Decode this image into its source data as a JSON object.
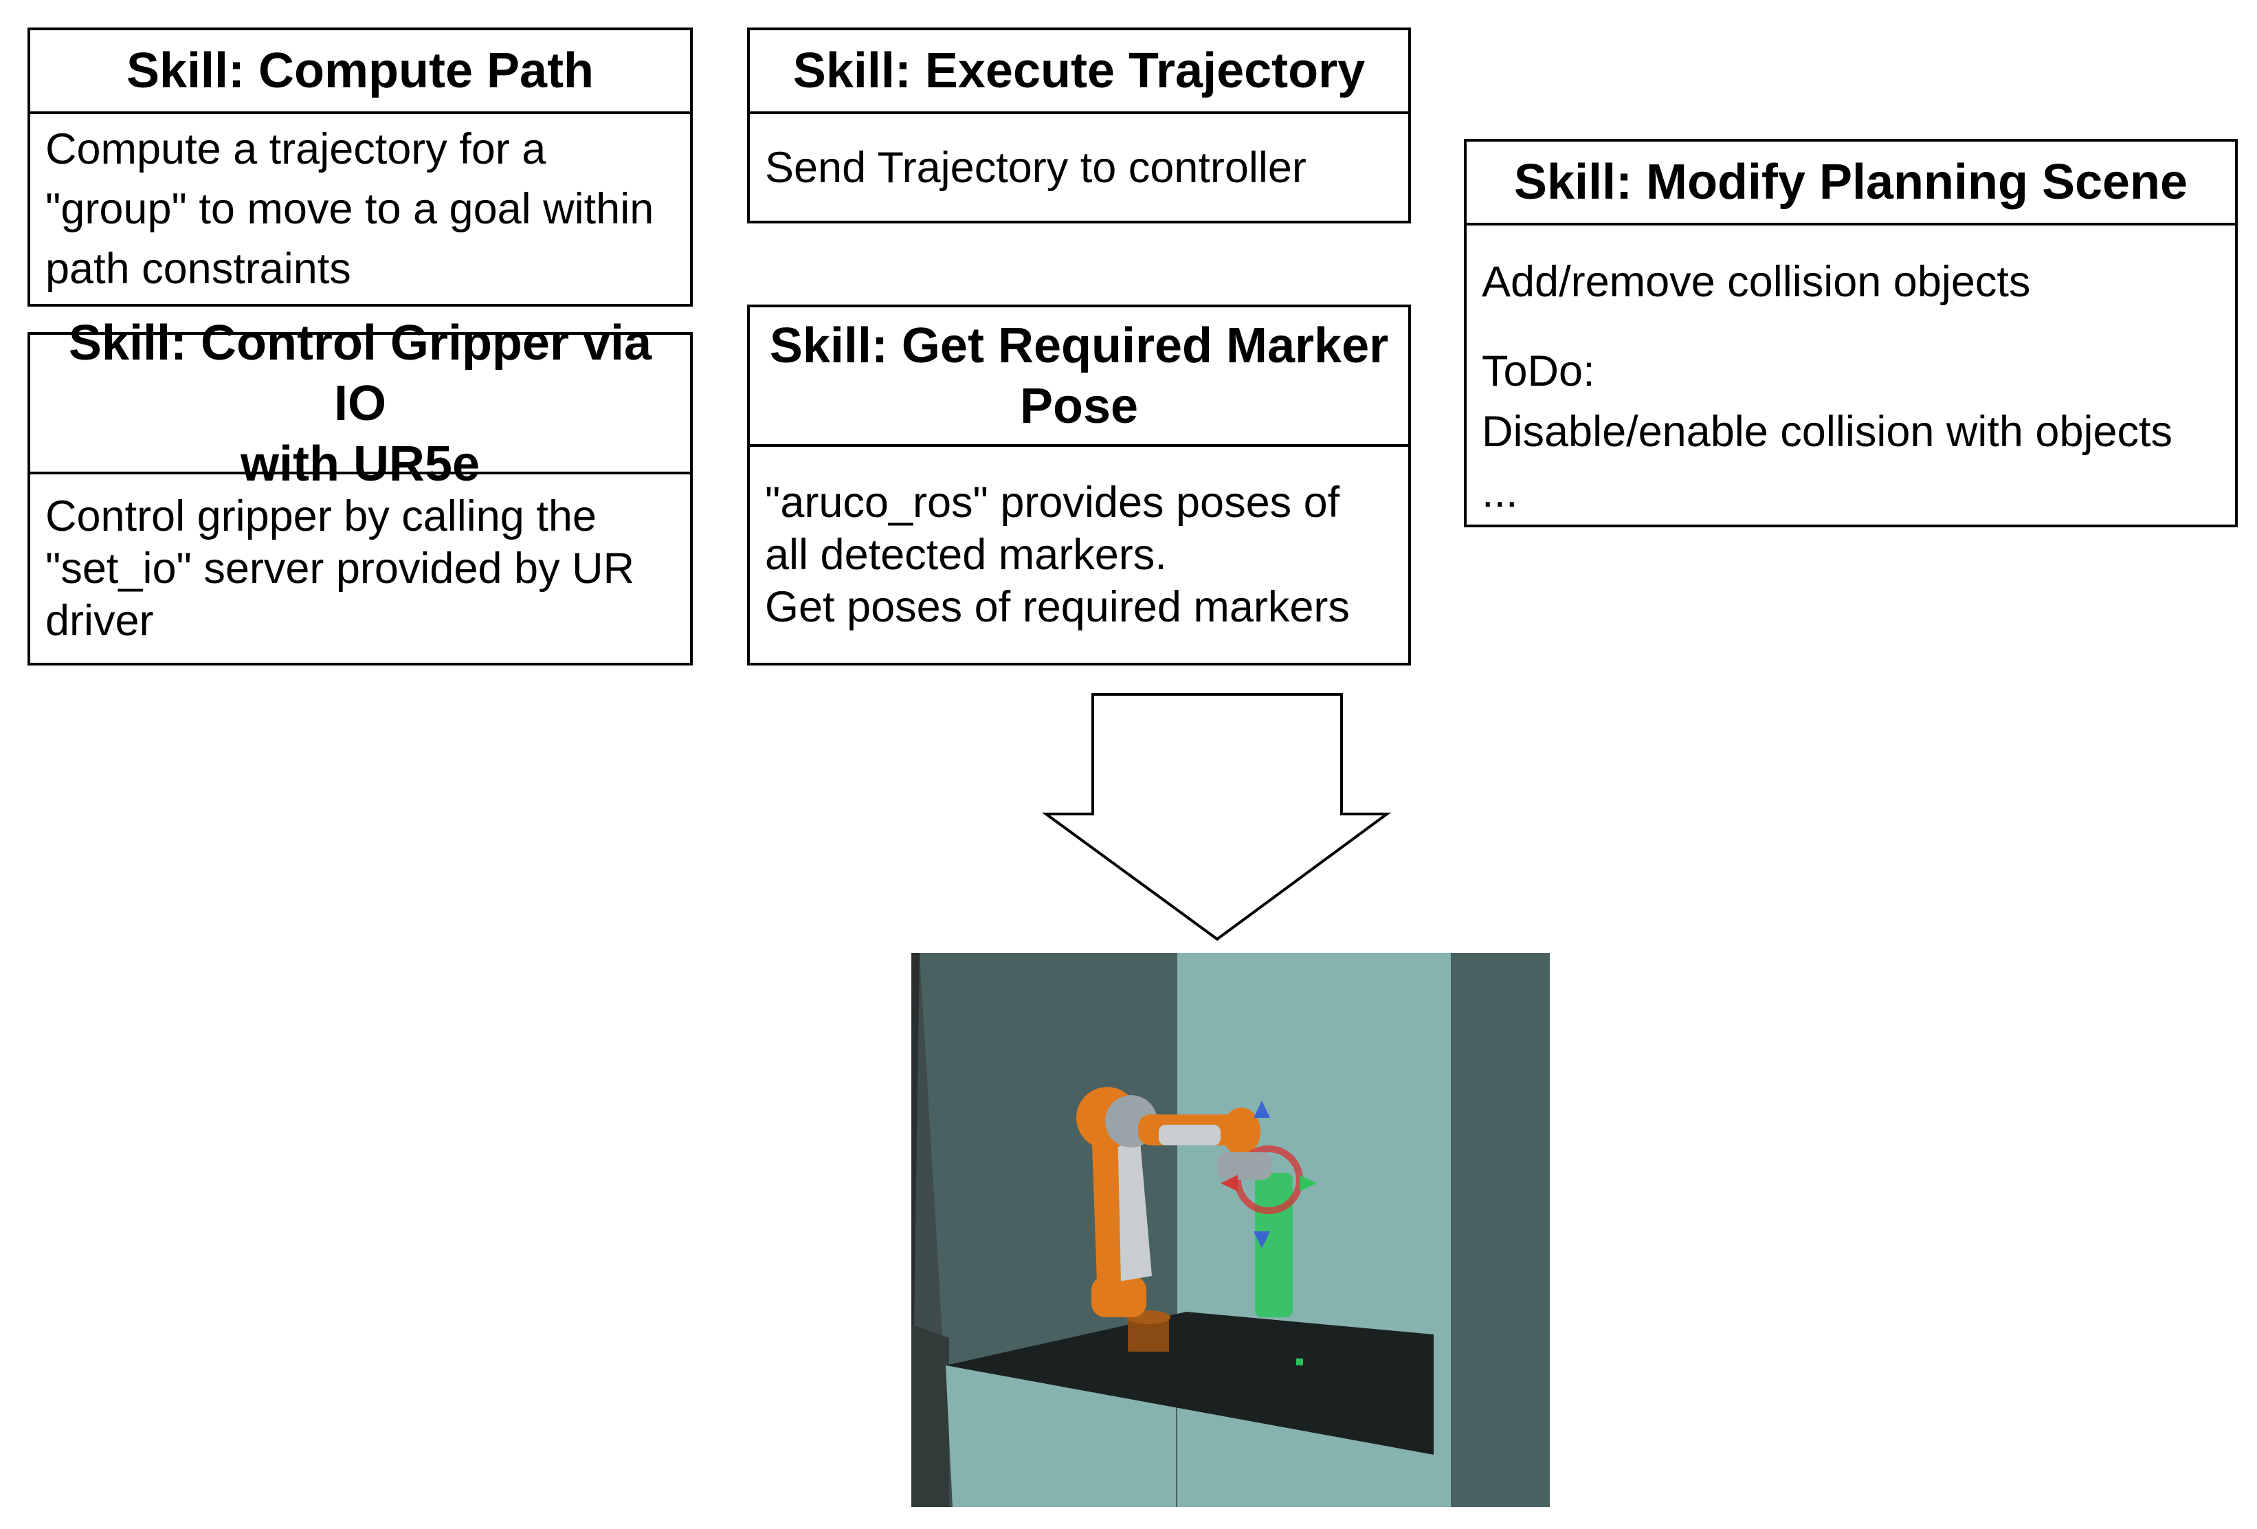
{
  "skills": {
    "compute_path": {
      "title": "Skill: Compute Path",
      "lines": [
        "Compute a trajectory for a",
        "\"group\" to move to a goal within",
        "path constraints"
      ]
    },
    "execute_trajectory": {
      "title": "Skill: Execute Trajectory",
      "lines": [
        "Send Trajectory to controller"
      ]
    },
    "modify_planning_scene": {
      "title": "Skill: Modify Planning Scene",
      "line1": "Add/remove collision objects",
      "todo_heading": "ToDo:",
      "todo_item": "Disable/enable collision with objects",
      "ellipsis": "..."
    },
    "control_gripper": {
      "title_line1": "Skill: Control Gripper via IO",
      "title_line2": "with UR5e",
      "lines": [
        "Control gripper by calling the",
        "\"set_io\" server provided by UR",
        "driver"
      ]
    },
    "get_marker_pose": {
      "title_line1": "Skill: Get Required Marker",
      "title_line2": "Pose",
      "lines": [
        "\"aruco_ros\" provides poses of",
        "all detected markers.",
        "Get poses of required markers"
      ]
    }
  },
  "colors": {
    "border": "#000000",
    "arrow_stroke": "#000000",
    "scene_wall_dark": "#4a6161",
    "scene_wall_light": "#86b3b0",
    "scene_table": "#1b2121",
    "robot_orange": "#e07a1c",
    "robot_gray": "#9aa3a8",
    "goal_green": "#2ec45c",
    "marker_red": "#d23a3a",
    "marker_blue": "#3a66d2"
  },
  "icons": {
    "arrow": "down-arrow",
    "scene": "robot-arm-scene"
  }
}
